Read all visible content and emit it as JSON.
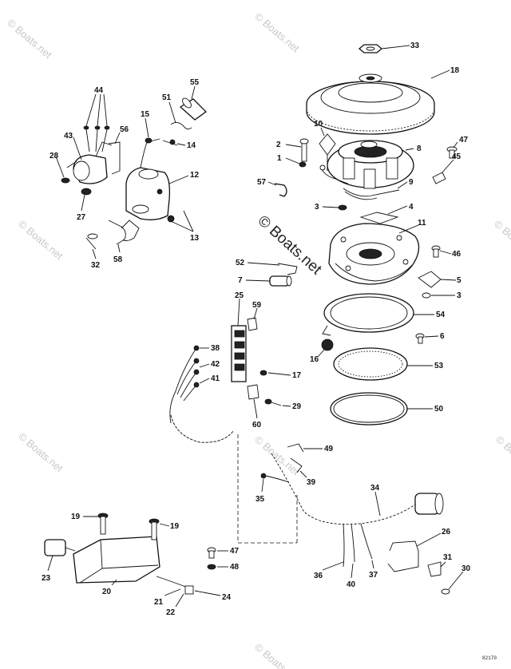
{
  "watermark": {
    "text": "© Boats.net"
  },
  "drawing_code": "82170",
  "labels": [
    "33",
    "18",
    "10",
    "2",
    "8",
    "47",
    "1",
    "45",
    "57",
    "9",
    "3",
    "4",
    "11",
    "46",
    "52",
    "5",
    "7",
    "3",
    "25",
    "59",
    "54",
    "6",
    "38",
    "16",
    "53",
    "42",
    "17",
    "41",
    "29",
    "60",
    "50",
    "49",
    "39",
    "35",
    "34",
    "19",
    "19",
    "26",
    "47",
    "48",
    "31",
    "30",
    "23",
    "20",
    "36",
    "37",
    "40",
    "21",
    "24",
    "22",
    "44",
    "55",
    "51",
    "15",
    "56",
    "43",
    "14",
    "28",
    "12",
    "27",
    "13",
    "32",
    "58"
  ]
}
